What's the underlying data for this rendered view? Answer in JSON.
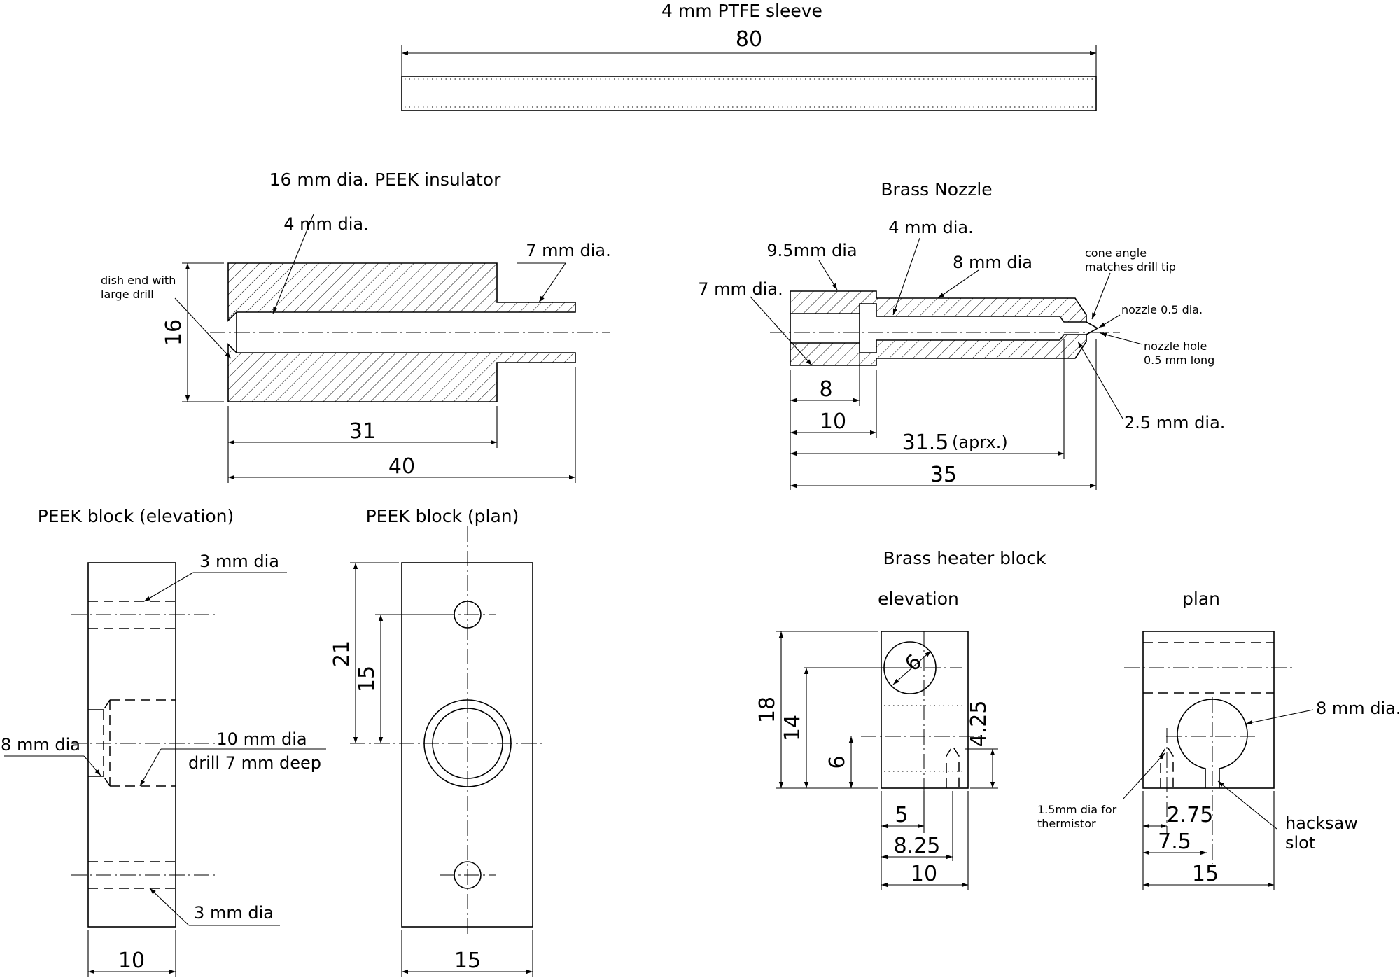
{
  "ptfe": {
    "title": "4 mm PTFE sleeve",
    "length": "80"
  },
  "insulator": {
    "title": "16 mm dia. PEEK insulator",
    "bore": "4 mm dia.",
    "stem": "7 mm dia.",
    "dish_line1": "dish end with",
    "dish_line2": "large drill",
    "dia": "16",
    "len_short": "31",
    "len_total": "40"
  },
  "nozzle": {
    "title": "Brass Nozzle",
    "bore": "4 mm dia.",
    "counterbore": "9.5mm dia",
    "body": "8 mm dia",
    "inlet": "7 mm dia.",
    "cone_line1": "cone angle",
    "cone_line2": "matches drill tip",
    "tip": "nozzle 0.5 dia.",
    "hole_line1": "nozzle hole",
    "hole_line2": "0.5 mm long",
    "taper": "2.5 mm dia.",
    "d8": "8",
    "d10": "10",
    "d315": "31.5",
    "d315_note": "(aprx.)",
    "d35": "35"
  },
  "peek_elev": {
    "title": "PEEK block (elevation)",
    "hole_top": "3 mm dia",
    "hole_bottom": "3 mm dia",
    "recess": "8 mm dia",
    "bore_line1": "10 mm dia",
    "bore_line2": "drill 7 mm deep",
    "width": "10"
  },
  "peek_plan": {
    "title": "PEEK block (plan)",
    "d21": "21",
    "d15v": "15",
    "width": "15"
  },
  "heater": {
    "title": "Brass heater block",
    "elev_title": "elevation",
    "plan_title": "plan",
    "hole": "6",
    "h18": "18",
    "h14": "14",
    "h6": "6",
    "h425": "4.25",
    "w5": "5",
    "w825": "8.25",
    "w10": "10",
    "plan_hole": "8 mm dia.",
    "therm_line1": "1.5mm dia for",
    "therm_line2": "thermistor",
    "p275": "2.75",
    "p75": "7.5",
    "p15": "15",
    "slot_line1": "hacksaw",
    "slot_line2": "slot"
  }
}
